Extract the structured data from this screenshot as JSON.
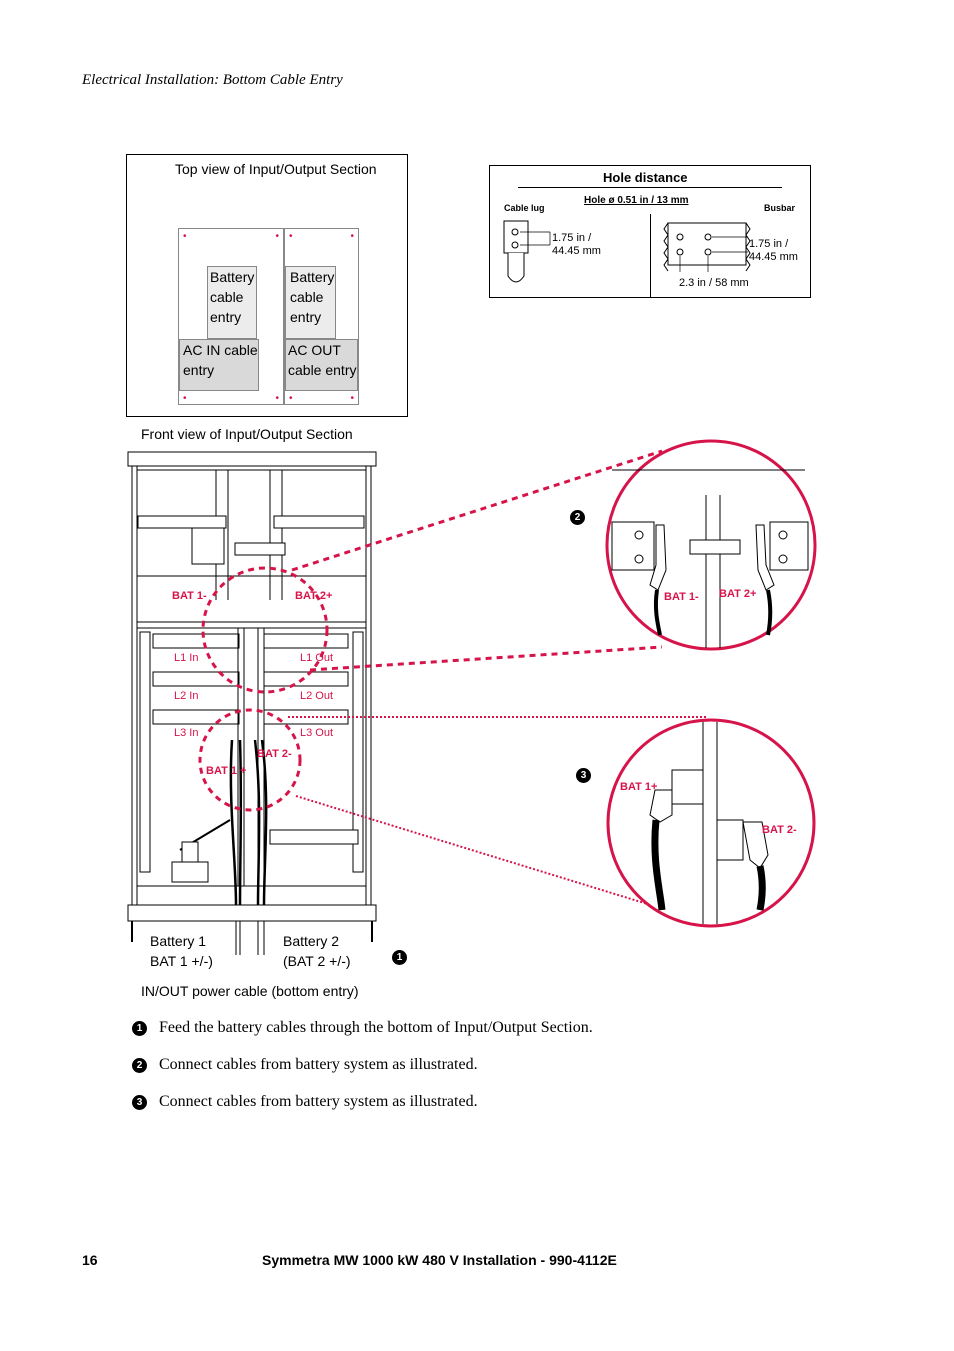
{
  "header": "Electrical Installation: Bottom Cable Entry",
  "top_view": {
    "title": "Top view of Input/Output Section",
    "battery_left": [
      "Battery",
      "cable",
      "entry"
    ],
    "battery_right": [
      "Battery",
      "cable",
      "entry"
    ],
    "ac_in": [
      "AC IN cable",
      "entry"
    ],
    "ac_out": [
      "AC OUT",
      "cable entry"
    ]
  },
  "hole_table": {
    "title": "Hole distance",
    "cable_lug": "Cable lug",
    "hole": "Hole ø 0.51 in / 13 mm",
    "busbar": "Busbar",
    "lug_dist": [
      "1.75 in /",
      "44.45 mm"
    ],
    "bus_dist": [
      "1.75 in /",
      "44.45 mm"
    ],
    "bus_width": "2.3 in / 58 mm"
  },
  "front_view": {
    "title": "Front view of Input/Output Section",
    "bat1_minus": "BAT 1-",
    "bat2_plus": "BAT 2+",
    "l1_in": "L1  In",
    "l1_out": "L1  Out",
    "l2_in": "L2  In",
    "l2_out": "L2  Out",
    "l3_in": "L3  In",
    "l3_out": "L3  Out",
    "bat2_minus": "BAT 2-",
    "bat1_plus": "BAT 1 +",
    "battery1": [
      "Battery 1",
      "BAT 1 +/-)"
    ],
    "battery2": [
      "Battery 2",
      "(BAT 2 +/-)"
    ],
    "power_cable": "IN/OUT power cable (bottom entry)"
  },
  "detail_upper": {
    "marker": "2",
    "bat1_minus": "BAT 1-",
    "bat2_plus": "BAT 2+"
  },
  "detail_lower": {
    "marker": "3",
    "bat1_plus": "BAT 1+",
    "bat2_minus": "BAT 2-"
  },
  "marker1": "1",
  "steps": [
    {
      "num": "1",
      "text": "Feed the battery cables through the bottom of Input/Output Section."
    },
    {
      "num": "2",
      "text": "Connect cables from battery system as illustrated."
    },
    {
      "num": "3",
      "text": "Connect cables from battery system as illustrated."
    }
  ],
  "footer": {
    "page": "16",
    "title": "Symmetra MW 1000 kW 480 V Installation - 990-4112E"
  },
  "colors": {
    "accent": "#d6144a",
    "grey": "#d9d9d9"
  }
}
